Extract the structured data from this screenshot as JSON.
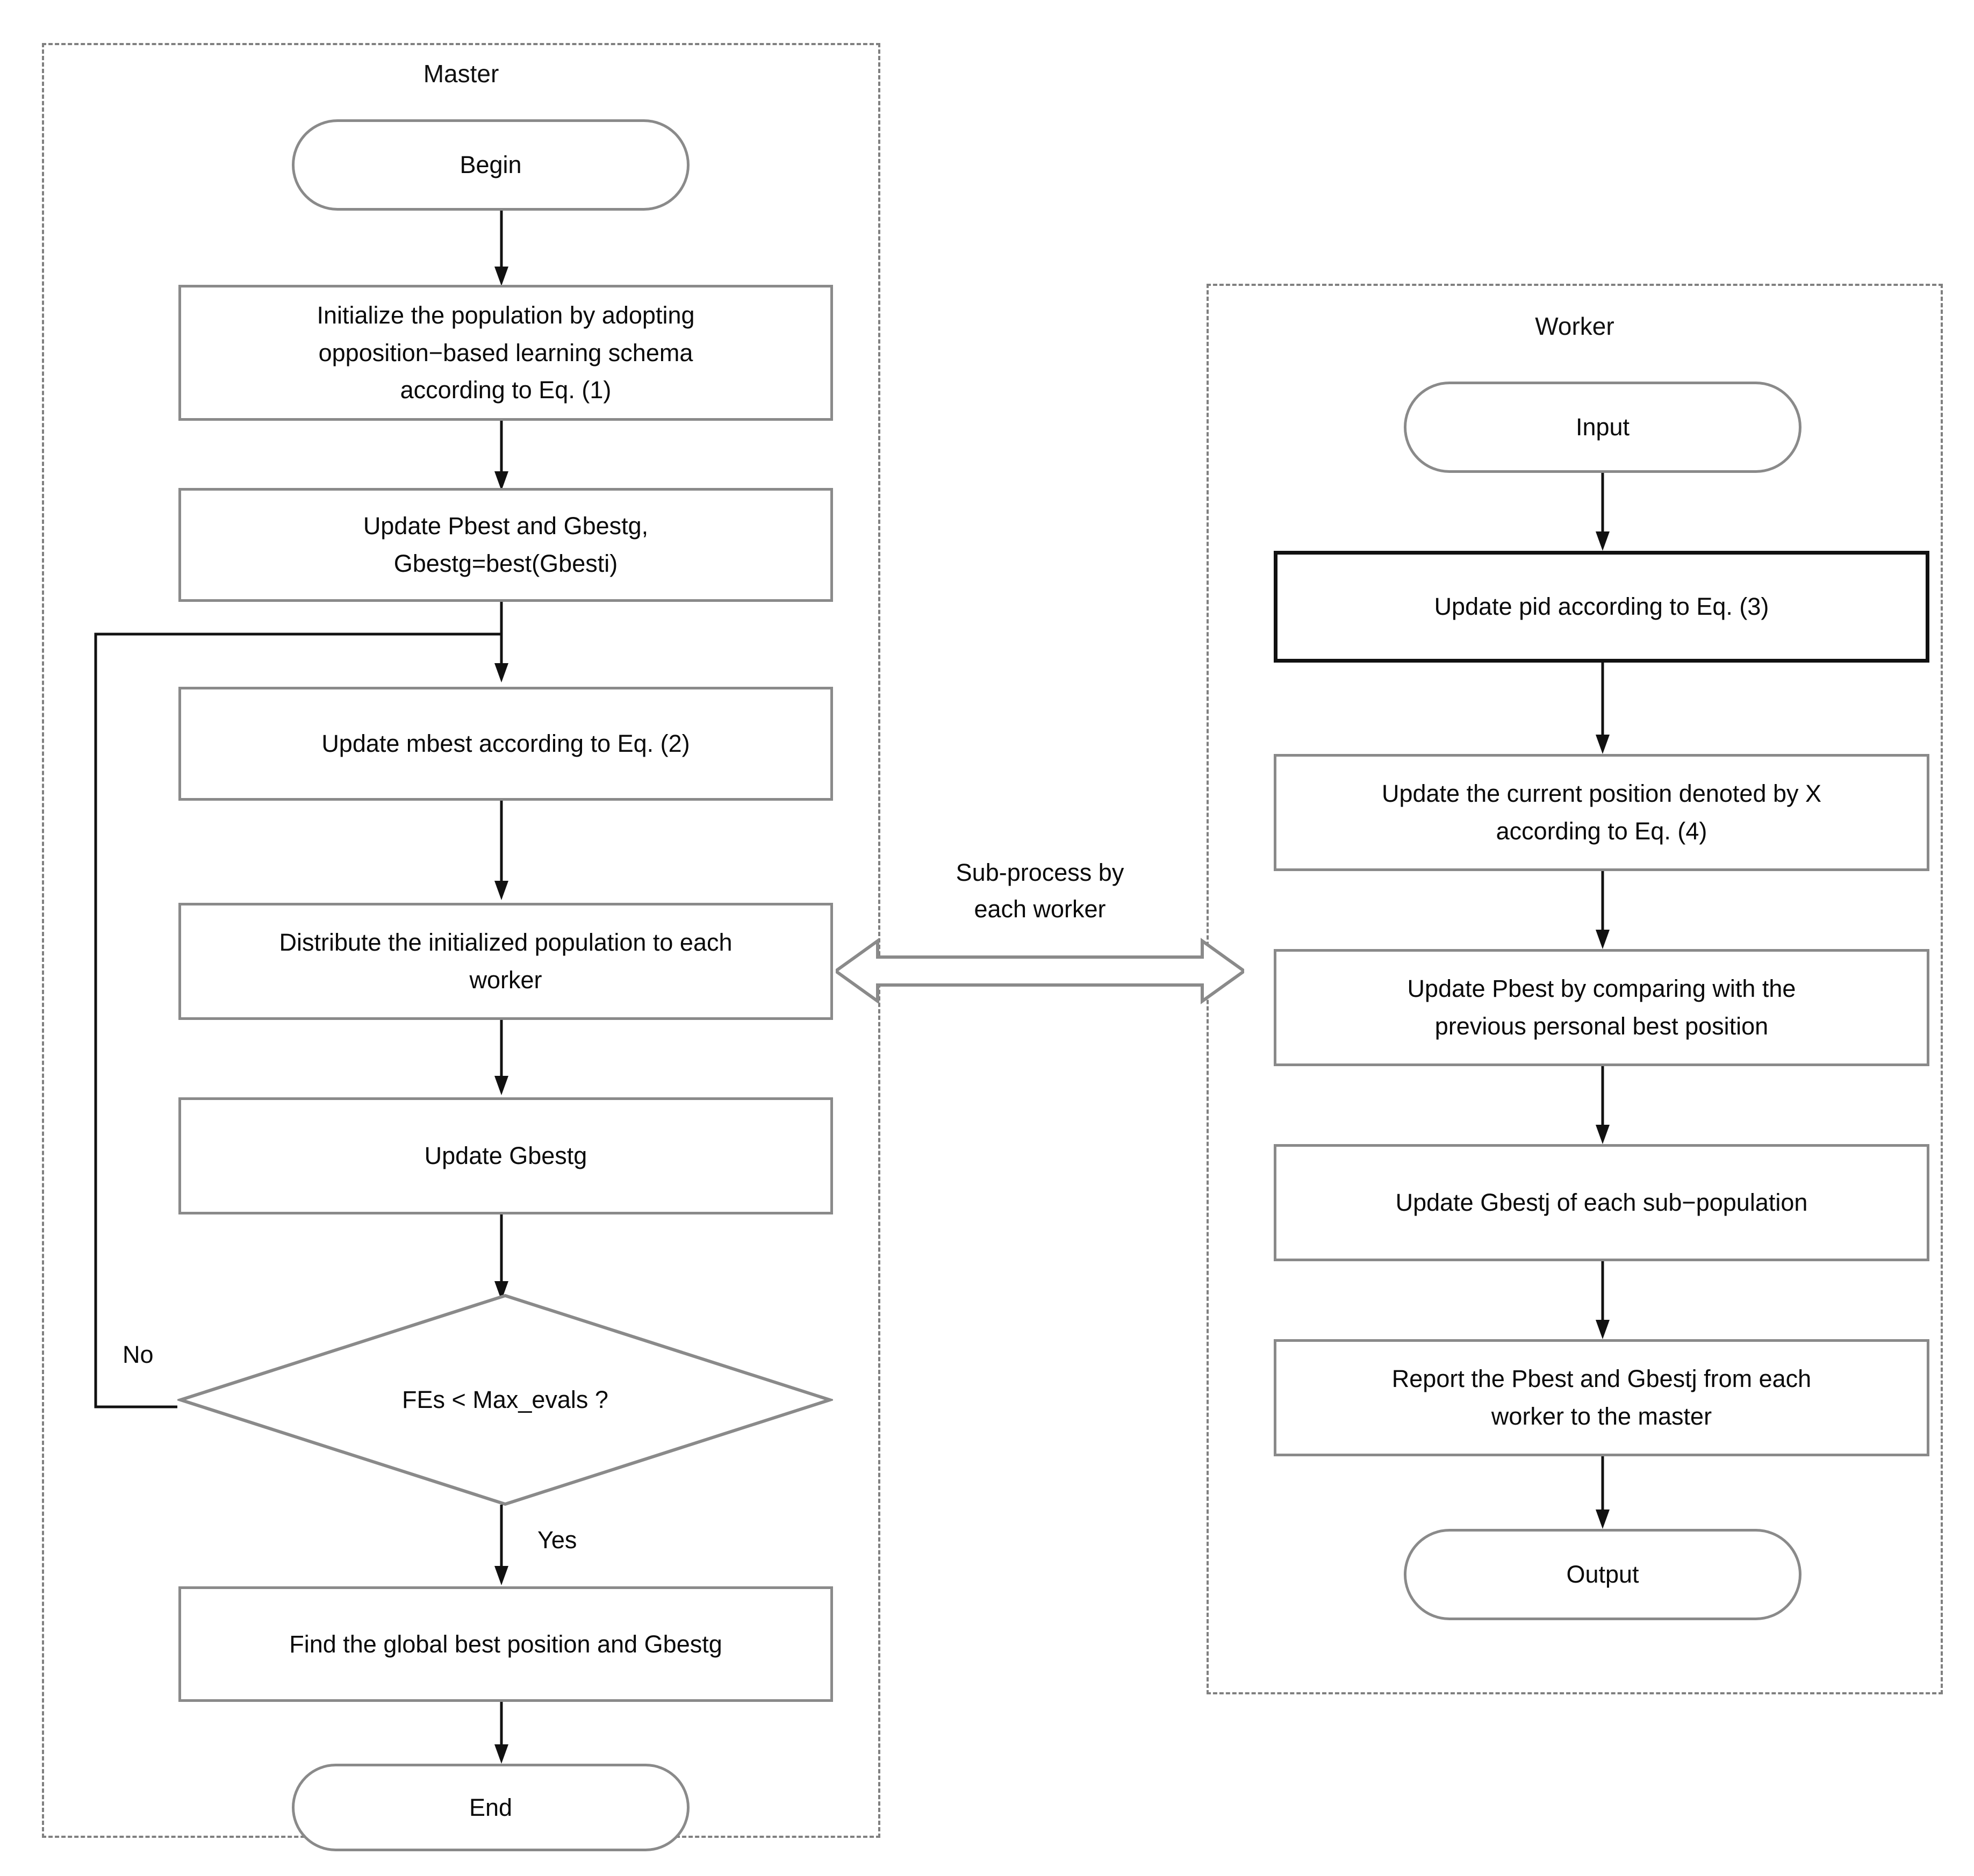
{
  "diagram": {
    "title_master": "Master",
    "title_worker": "Worker",
    "bridge_label": "Sub-process by\neach worker",
    "flag_no": "No",
    "flag_yes": "Yes",
    "colors": {
      "panel_border": "#808080",
      "node_border": "#8a8a8a",
      "emphasis_border": "#111111",
      "arrow": "#111111",
      "bridge_arrow": "#8a8a8a",
      "text": "#0a0a0a",
      "background": "#ffffff"
    }
  },
  "master": {
    "nodes": [
      {
        "id": "begin",
        "shape": "terminator",
        "label": "Begin"
      },
      {
        "id": "init",
        "shape": "process",
        "label": "Initialize the population by adopting\nopposition−based learning schema\naccording to Eq. (1)"
      },
      {
        "id": "updatepg",
        "shape": "process",
        "label": "Update Pbest and Gbestg,\nGbestg=best(Gbesti)"
      },
      {
        "id": "mbest",
        "shape": "process",
        "label": "Update mbest according to Eq. (2)"
      },
      {
        "id": "distribute",
        "shape": "process",
        "label": "Distribute the initialized population to each\nworker"
      },
      {
        "id": "gbestg",
        "shape": "process",
        "label": "Update Gbestg"
      },
      {
        "id": "decision",
        "shape": "decision",
        "label": "FEs < Max_evals ?"
      },
      {
        "id": "findbest",
        "shape": "process",
        "label": "Find the global best position and Gbestg"
      },
      {
        "id": "end",
        "shape": "terminator",
        "label": "End"
      }
    ],
    "edges": [
      {
        "from": "begin",
        "to": "init",
        "label": ""
      },
      {
        "from": "init",
        "to": "updatepg",
        "label": ""
      },
      {
        "from": "updatepg",
        "to": "mbest",
        "label": ""
      },
      {
        "from": "mbest",
        "to": "distribute",
        "label": ""
      },
      {
        "from": "distribute",
        "to": "gbestg",
        "label": ""
      },
      {
        "from": "gbestg",
        "to": "decision",
        "label": ""
      },
      {
        "from": "decision",
        "to": "findbest",
        "label": "Yes"
      },
      {
        "from": "decision",
        "to": "mbest",
        "label": "No"
      },
      {
        "from": "findbest",
        "to": "end",
        "label": ""
      }
    ]
  },
  "worker": {
    "nodes": [
      {
        "id": "input",
        "shape": "terminator",
        "label": "Input"
      },
      {
        "id": "pid",
        "shape": "process-emphasis",
        "label": "Update pid according to Eq. (3)"
      },
      {
        "id": "posx",
        "shape": "process",
        "label": "Update the current position denoted by X\naccording to Eq. (4)"
      },
      {
        "id": "pbest",
        "shape": "process",
        "label": "Update Pbest by comparing with the\nprevious personal best position"
      },
      {
        "id": "gbestj",
        "shape": "process",
        "label": "Update Gbestj  of each sub−population"
      },
      {
        "id": "report",
        "shape": "process",
        "label": "Report the Pbest and Gbestj  from each\nworker to the master"
      },
      {
        "id": "output",
        "shape": "terminator",
        "label": "Output"
      }
    ],
    "edges": [
      {
        "from": "input",
        "to": "pid",
        "label": ""
      },
      {
        "from": "pid",
        "to": "posx",
        "label": ""
      },
      {
        "from": "posx",
        "to": "pbest",
        "label": ""
      },
      {
        "from": "pbest",
        "to": "gbestj",
        "label": ""
      },
      {
        "from": "gbestj",
        "to": "report",
        "label": ""
      },
      {
        "from": "report",
        "to": "output",
        "label": ""
      }
    ]
  }
}
